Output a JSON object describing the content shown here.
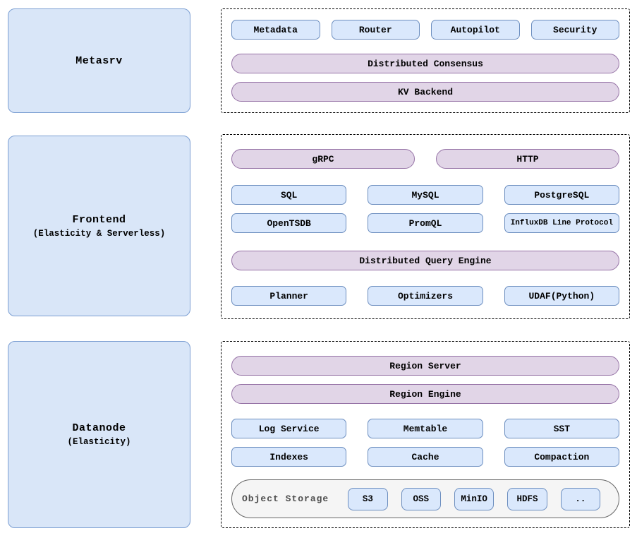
{
  "left_nodes": [
    {
      "label": "Metasrv",
      "sublabel": ""
    },
    {
      "label": "Frontend",
      "sublabel": "(Elasticity &amp; Serverless)",
      "sublabel_text": "(Elasticity & Serverless)"
    },
    {
      "label": "Datanode",
      "sublabel_text": "(Elasticity)"
    }
  ],
  "metasrv": {
    "components": [
      "Metadata",
      "Router",
      "Autopilot",
      "Security"
    ],
    "layers": [
      "Distributed Consensus",
      "KV Backend"
    ]
  },
  "frontend": {
    "protocols": [
      "gRPC",
      "HTTP"
    ],
    "query_row1": [
      "SQL",
      "MySQL",
      "PostgreSQL"
    ],
    "query_row2": [
      "OpenTSDB",
      "PromQL",
      "InfluxDB Line Protocol"
    ],
    "engine_layer": "Distributed Query Engine",
    "engine_components": [
      "Planner",
      "Optimizers",
      "UDAF(Python)"
    ]
  },
  "datanode": {
    "layers": [
      "Region Server",
      "Region Engine"
    ],
    "components_row1": [
      "Log Service",
      "Memtable",
      "SST"
    ],
    "components_row2": [
      "Indexes",
      "Cache",
      "Compaction"
    ],
    "object_storage": {
      "label": "Object Storage",
      "providers": [
        "S3",
        "OSS",
        "MinIO",
        "HDFS",
        ".."
      ]
    }
  },
  "colors": {
    "blue_fill": "#dae8fc",
    "blue_border": "#6c8ebf",
    "big_node_fill": "#d9e6f8",
    "big_node_border": "#7b9ed2",
    "purple_fill": "#e1d5e7",
    "purple_border": "#9673a6",
    "storage_fill": "#f5f5f5",
    "storage_border": "#666666",
    "dashed_border": "#000000"
  }
}
